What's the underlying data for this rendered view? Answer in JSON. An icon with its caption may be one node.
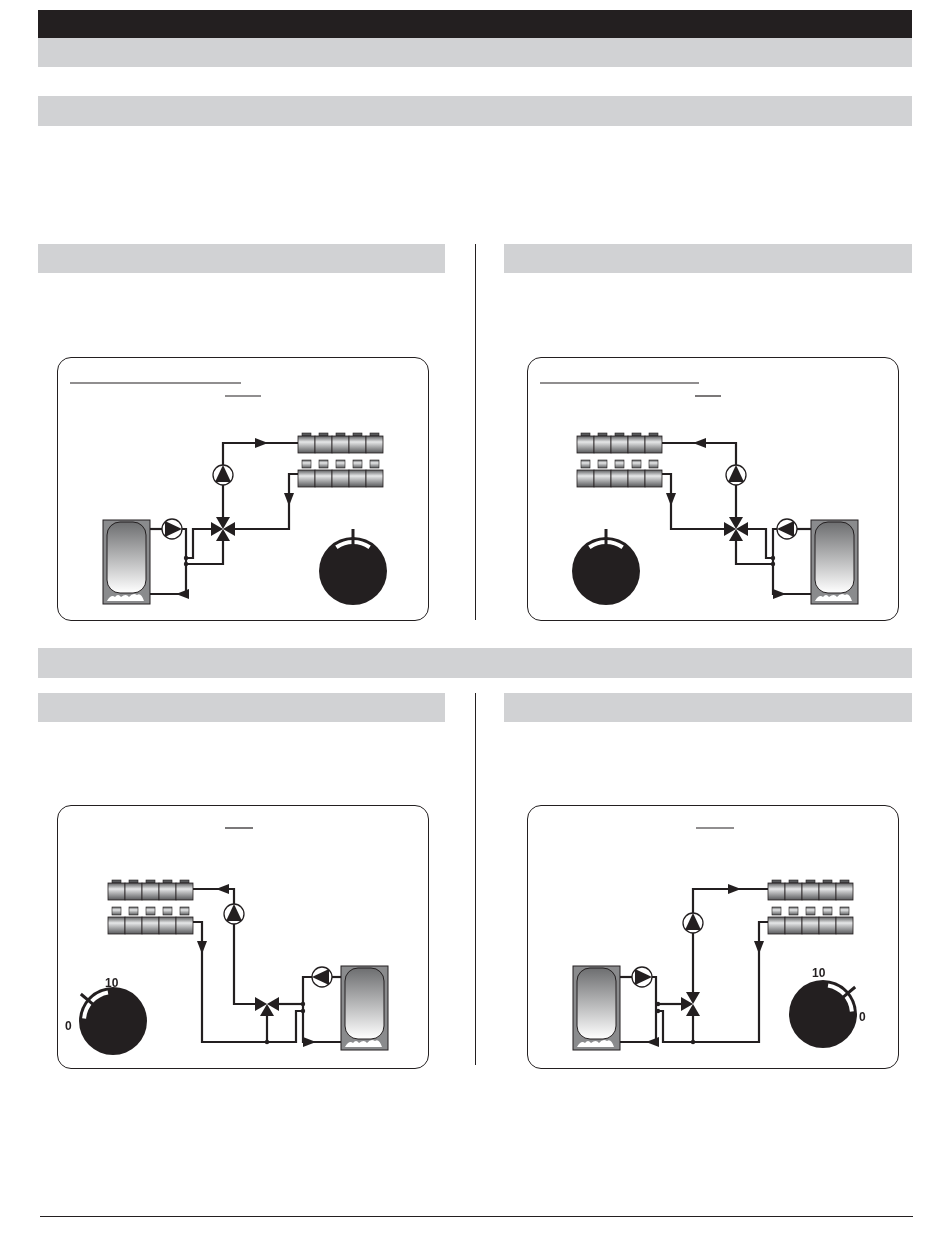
{
  "diagram": {
    "nodes": [
      {
        "text": [],
        "shape": "bar"
      },
      {
        "text": [],
        "shape": "bar"
      },
      {
        "text": [],
        "shape": "bar"
      },
      {
        "text": [],
        "shape": "bar"
      },
      {
        "text": [],
        "shape": "bar"
      },
      {
        "text": [],
        "shape": "bar"
      },
      {
        "text": [],
        "shape": "bar"
      },
      {
        "text": [],
        "shape": "bar"
      }
    ],
    "labels": [
      "10",
      "0",
      "10",
      "0"
    ]
  }
}
